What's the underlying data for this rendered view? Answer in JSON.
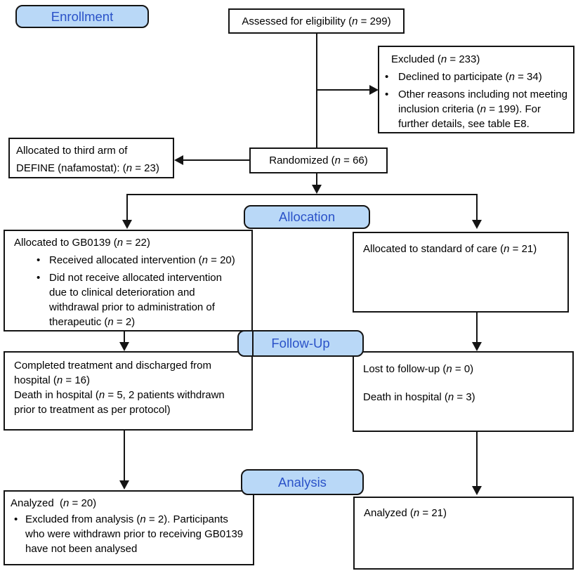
{
  "figure": {
    "bands": {
      "enrollment": "Enrollment",
      "allocation": "Allocation",
      "followup": "Follow-Up",
      "analysis": "Analysis"
    },
    "boxes": {
      "assessed": "Assessed for eligibility (n = 299)",
      "excluded": {
        "title": "Excluded (n = 233)",
        "bullets": [
          "Declined to participate (n = 34)",
          "Other reasons including not meeting inclusion criteria (n = 199). For further details, see table E8."
        ]
      },
      "third_arm": {
        "line1": "Allocated to third arm of",
        "line2": "DEFINE (nafamostat): (n = 23)"
      },
      "randomized": "Randomized (n = 66)",
      "allocated_gb0139": {
        "title": "Allocated to GB0139 (n = 22)",
        "bullets": [
          "Received allocated intervention (n = 20)",
          "Did not receive allocated intervention due to clinical deterioration and withdrawal prior to administration of therapeutic (n = 2)"
        ]
      },
      "allocated_soc": "Allocated to standard of care (n = 21)",
      "followup_gb0139": {
        "line1": "Completed treatment and discharged from hospital (n = 16)",
        "line2": "Death in hospital (n = 5, 2 patients withdrawn prior to treatment as per protocol)"
      },
      "followup_soc": {
        "line1": "Lost to follow-up (n = 0)",
        "line2": "Death in hospital (n = 3)"
      },
      "analyzed_gb0139": {
        "title": "Analyzed  (n = 20)",
        "bullets": [
          "Excluded from analysis (n = 2). Participants who were withdrawn prior to receiving GB0139 have not been analysed"
        ]
      },
      "analyzed_soc": "Analyzed (n = 21)"
    },
    "colors": {
      "band_fill": "#b9d8f7",
      "band_text": "#2a52c8",
      "line": "#141414"
    }
  }
}
